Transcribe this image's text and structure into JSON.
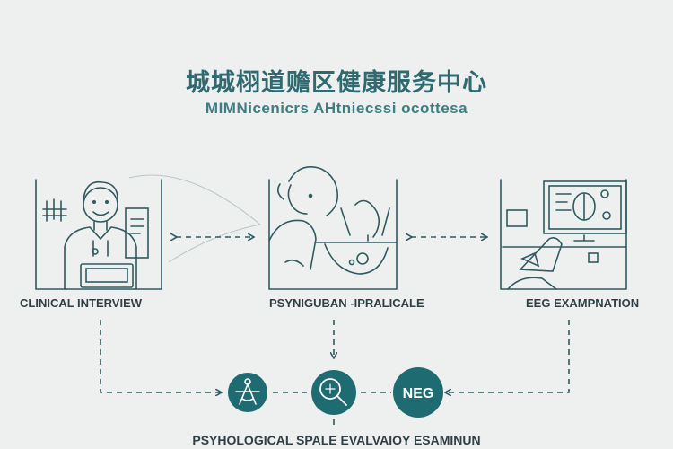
{
  "header": {
    "title": "城城栩道赡区健康服务中心",
    "subtitle": "MIMNicenicrs AHtniecssi  ocottesa"
  },
  "panels": [
    {
      "label": "CLINICAL INTERVIEW"
    },
    {
      "label": "PSYNIGUBAN -IPRALICALE"
    },
    {
      "label": "EEG EXAMPNATION"
    }
  ],
  "nodes": [
    {
      "icon": "compass-icon"
    },
    {
      "icon": "magnifier-icon"
    },
    {
      "label": "NEG"
    }
  ],
  "bottom": {
    "label": "PSYHOLOGICAL SPALE EVALVAIOY ESAMINUN"
  },
  "colors": {
    "teal": "#1e6b72",
    "line": "#2f5a60",
    "text": "#2f3f45",
    "background": "#eef0ef"
  }
}
